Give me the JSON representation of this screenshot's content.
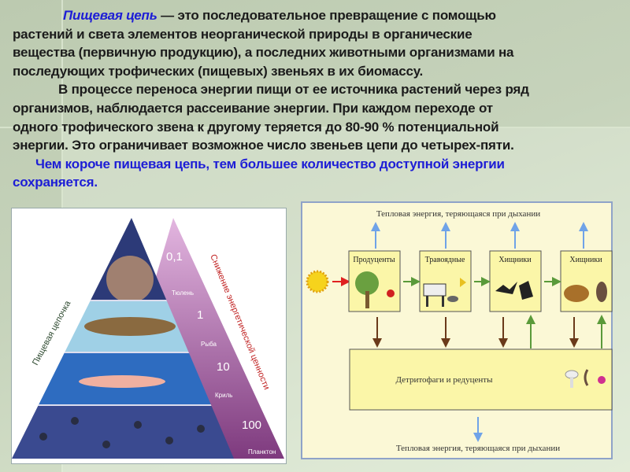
{
  "paragraphs": {
    "p1_term": "Пищевая цепь",
    "p1_lines": [
      " — это последовательное превращение с помощью",
      "растений и света элементов неорганической природы в органические",
      "вещества (первичную продукцию), а последних животными организмами на",
      "последующих трофических (пищевых) звеньях в их биомассу."
    ],
    "p2_lines": [
      "В процессе переноса энергии пищи от ее источника растений через ряд",
      "организмов, наблюдается рассеивание энергии. При каждом  переходе от",
      "одного трофического звена к другому теряется до 80-90 % потенциальной",
      "энергии. Это ограничивает возможное число  звеньев цепи до четырех-пяти."
    ],
    "p3_lines": [
      "Чем короче пищевая цепь, тем большее количество доступной энергии",
      "сохраняется."
    ]
  },
  "pyramid": {
    "left_label": "Пищевая цепочка",
    "right_label": "Снижение энергетической ценности",
    "levels": [
      {
        "value": "0,1",
        "name": "Тюлень"
      },
      {
        "value": "1",
        "name": "Рыба"
      },
      {
        "value": "10",
        "name": "Криль"
      },
      {
        "value": "100",
        "name": "Планктон"
      }
    ]
  },
  "diagram": {
    "top_heat": "Тепловая энергия, теряющаяся при дыхании",
    "bottom_heat": "Тепловая энергия, теряющаяся при дыхании",
    "boxes": [
      "Продуценты",
      "Травоядные",
      "Хищники",
      "Хищники"
    ],
    "decomposers": "Детритофаги и редуценты"
  },
  "colors": {
    "accent_text": "#1d1dd6",
    "diagram_bg": "#fbf8d6",
    "box_bg": "#fbf6a8"
  }
}
